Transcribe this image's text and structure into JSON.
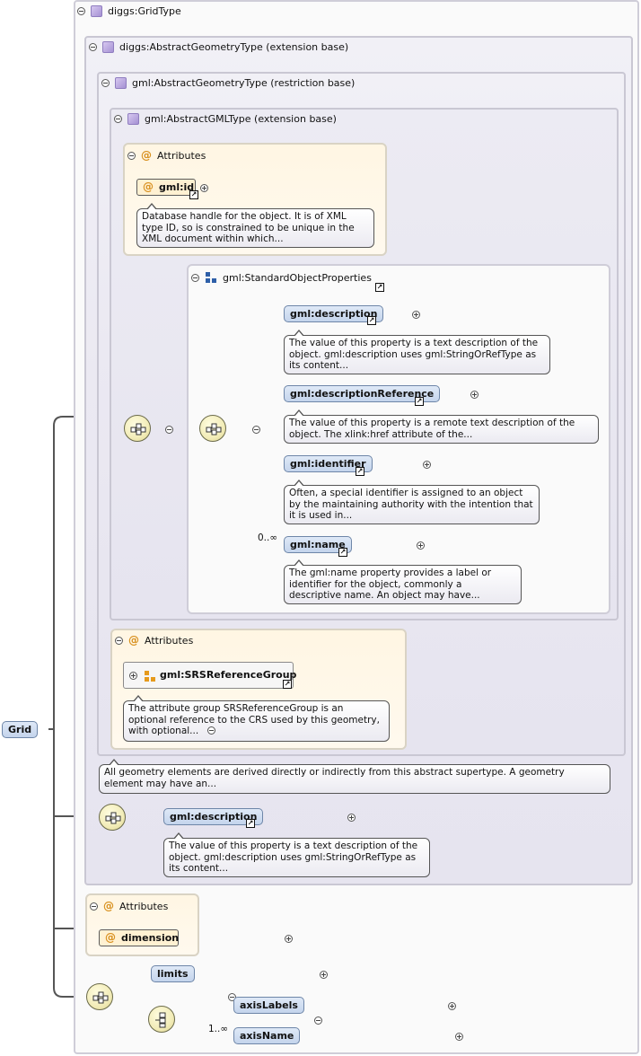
{
  "colors": {
    "element_fill": "#c4d4ec",
    "attribute_fill": "#fff1d2",
    "attributes_panel": "#fff6e3",
    "type_panel": "#e6e4ef",
    "compositor_fill": "#f2ecb8",
    "attribute_marker": "#d8901e"
  },
  "root": {
    "label": "Grid"
  },
  "types": {
    "grid_type": "diggs:GridType",
    "abstract_geometry_ext": "diggs:AbstractGeometryType (extension base)",
    "gml_abstract_geometry": "gml:AbstractGeometryType (restriction base)",
    "gml_abstract_gml": "gml:AbstractGMLType (extension base)"
  },
  "attributes_header": "Attributes",
  "inner_attributes": {
    "gml_id": "gml:id",
    "gml_id_doc": "Database handle for the object. It is of XML type ID, so is constrained to be unique in the XML document within which..."
  },
  "standard_object_properties": {
    "title": "gml:StandardObjectProperties",
    "elements": [
      {
        "name": "gml:description",
        "doc": "The value of this property is a text description of the object. gml:description uses gml:StringOrRefType as its content..."
      },
      {
        "name": "gml:descriptionReference",
        "doc": "The value of this property is a remote text description of the object. The xlink:href attribute of the..."
      },
      {
        "name": "gml:identifier",
        "doc": "Often, a special identifier is assigned to an object by the maintaining authority with the intention that it is used in..."
      },
      {
        "name": "gml:name",
        "doc": "The gml:name property provides a label or identifier for the object, commonly a descriptive name. An object may have...",
        "cardinality": "0..∞"
      }
    ]
  },
  "srs_attributes": {
    "group": "gml:SRSReferenceGroup",
    "doc": "The attribute group SRSReferenceGroup is an optional reference to the CRS used by this geometry, with optional..."
  },
  "abstract_geometry_doc": "All geometry elements are derived directly or indirectly from this abstract supertype. A geometry element may have an...",
  "diggs_description": {
    "name": "gml:description",
    "doc": "The value of this property is a text description of the object. gml:description uses gml:StringOrRefType as its content..."
  },
  "grid_attributes": {
    "dimension": "dimension"
  },
  "grid_elements": {
    "limits": "limits",
    "axis_labels": "axisLabels",
    "axis_name": "axisName",
    "axis_name_cardinality": "1..∞"
  }
}
